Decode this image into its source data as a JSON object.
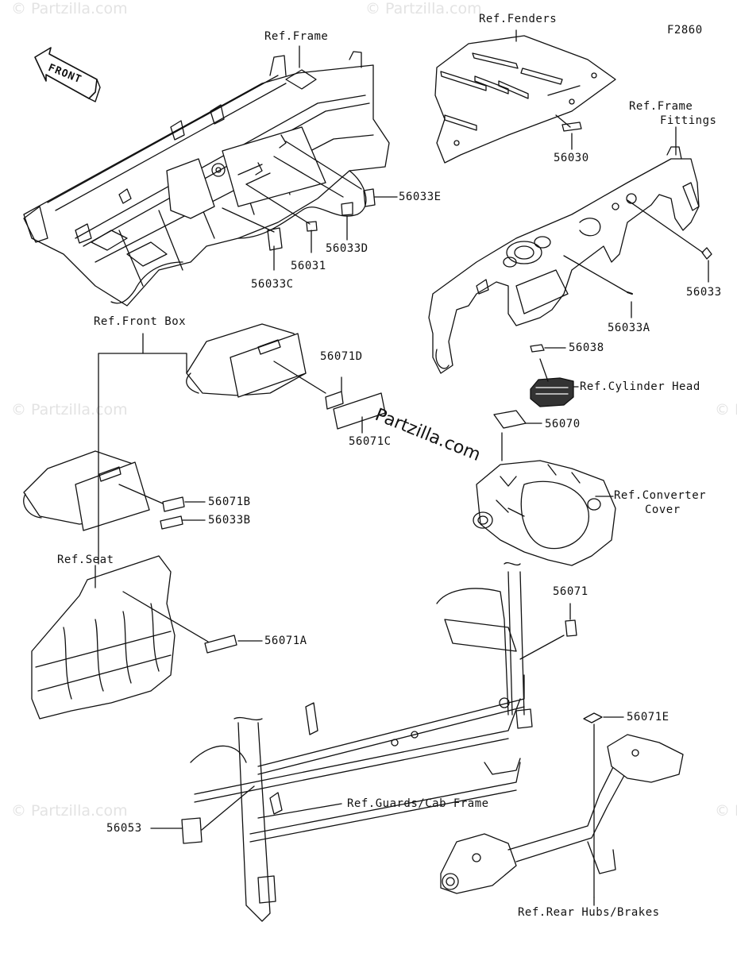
{
  "figure_id": "F2860",
  "direction_arrow": "FRONT",
  "watermark_main": "Partzilla.com",
  "watermark_faint": "© Partzilla.com",
  "reference_labels": {
    "frame": "Ref.Frame",
    "fenders": "Ref.Fenders",
    "frame_fittings_line1": "Ref.Frame",
    "frame_fittings_line2": "Fittings",
    "front_box": "Ref.Front Box",
    "cylinder_head": "Ref.Cylinder Head",
    "converter_cover_line1": "Ref.Converter",
    "converter_cover_line2": "Cover",
    "seat": "Ref.Seat",
    "guards_cab_frame": "Ref.Guards/Cab Frame",
    "rear_hubs_brakes": "Ref.Rear Hubs/Brakes"
  },
  "part_numbers": {
    "p56030": "56030",
    "p56033E": "56033E",
    "p56033D": "56033D",
    "p56031": "56031",
    "p56033C": "56033C",
    "p56033": "56033",
    "p56033A": "56033A",
    "p56038": "56038",
    "p56071D": "56071D",
    "p56071C": "56071C",
    "p56070": "56070",
    "p56071B": "56071B",
    "p56033B": "56033B",
    "p56071A": "56071A",
    "p56071": "56071",
    "p56071E": "56071E",
    "p56053": "56053"
  }
}
